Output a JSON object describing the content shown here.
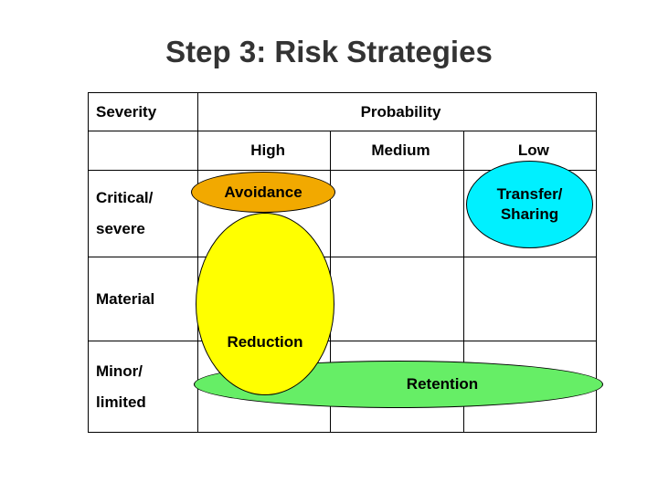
{
  "slide": {
    "title": "Step 3: Risk Strategies"
  },
  "matrix": {
    "corner_header": "Severity",
    "group_header": "Probability",
    "probability_levels": [
      "High",
      "Medium",
      "Low"
    ],
    "empty_cell": "",
    "severity_rows": [
      {
        "line1": "Critical/",
        "line2": "severe"
      },
      {
        "line1": "Material",
        "line2": ""
      },
      {
        "line1": "Minor/",
        "line2": "limited"
      }
    ]
  },
  "strategies": [
    {
      "name": "avoidance",
      "label": "Avoidance",
      "color": "#f2a900",
      "severity": "Critical/severe",
      "probability": "High"
    },
    {
      "name": "transfer-sharing",
      "label": "Transfer/\nSharing",
      "line1": "Transfer/",
      "line2": "Sharing",
      "color": "#00f0ff",
      "severity": "Critical/severe",
      "probability": "Low"
    },
    {
      "name": "reduction",
      "label": "Reduction",
      "color": "#ffff00",
      "severity": "Critical/severe to Minor/limited",
      "probability": "High"
    },
    {
      "name": "retention",
      "label": "Retention",
      "color": "#66ee66",
      "severity": "Minor/limited",
      "probability": "High to Low"
    }
  ],
  "colors": {
    "title": "#333333",
    "border": "#000000",
    "background": "#ffffff",
    "avoidance": "#f2a900",
    "reduction": "#ffff00",
    "transfer": "#00f0ff",
    "retention": "#66ee66"
  }
}
